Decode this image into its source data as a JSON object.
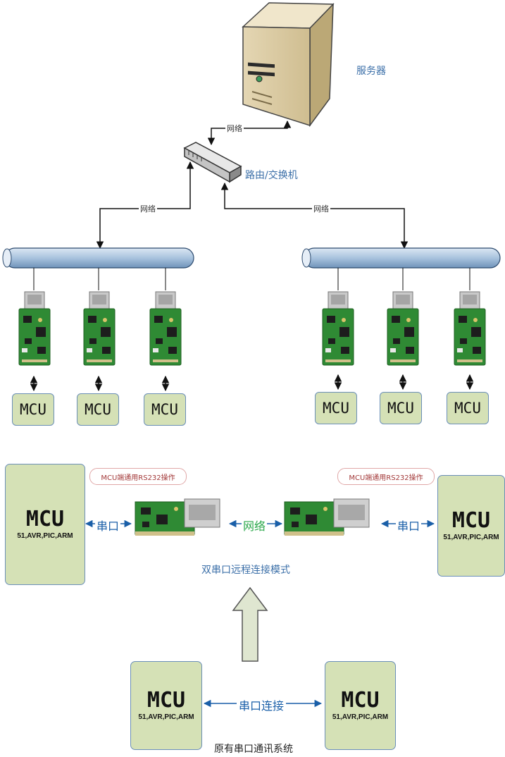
{
  "server_label": "服务器",
  "router_label": "路由/交换机",
  "network_label": "网络",
  "mcu_label": "MCU",
  "mcu_sub": "51,AVR,PIC,ARM",
  "rs232_note": "MCU端通用RS232操作",
  "serial_port_label": "串口",
  "dual_mode_caption": "双串口远程连接模式",
  "serial_connect_label": "串口连接",
  "original_caption": "原有串口通讯系统",
  "colors": {
    "mcu_fill": "#d5e1b6",
    "pipe_fill": "#a9c3de",
    "pcb_green": "#2f8a34",
    "caption_blue": "#3b6fa8"
  }
}
